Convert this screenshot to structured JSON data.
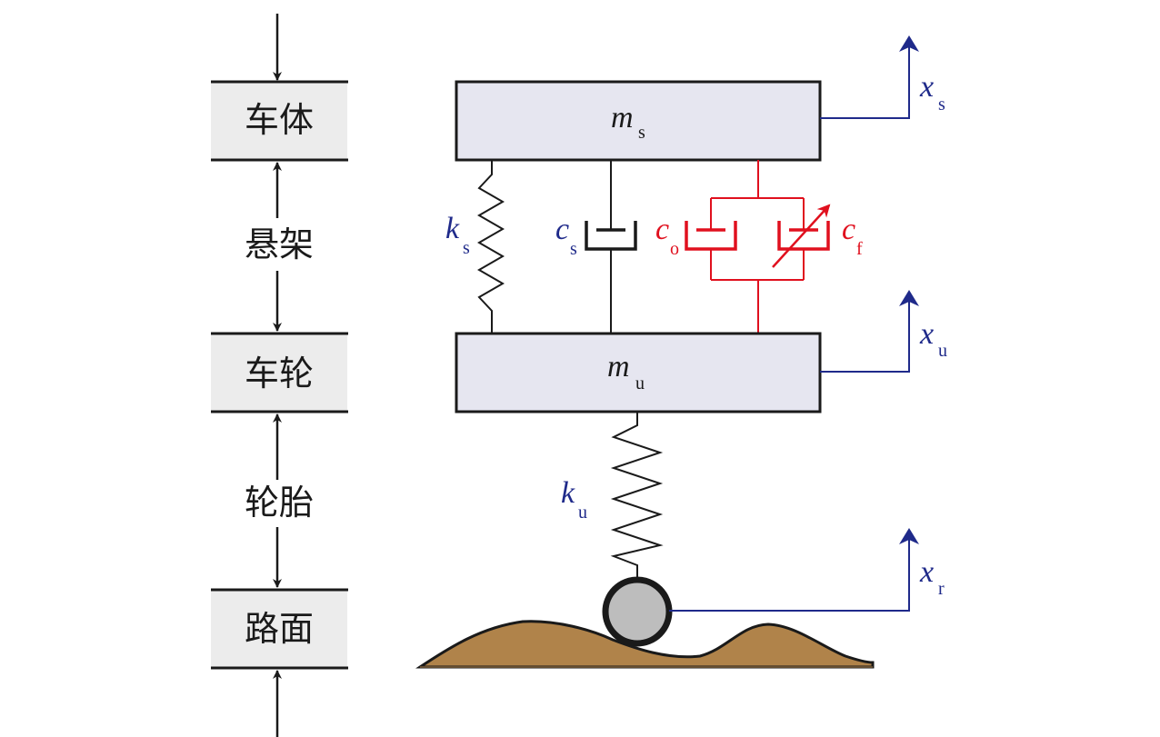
{
  "left_chain": {
    "boxes": [
      "车体",
      "车轮",
      "路面"
    ],
    "connectors": [
      "悬架",
      "轮胎"
    ]
  },
  "model": {
    "sprung_mass": {
      "symbol": "m",
      "sub": "s"
    },
    "unsprung_mass": {
      "symbol": "m",
      "sub": "u"
    },
    "suspension_spring": {
      "symbol": "k",
      "sub": "s"
    },
    "passive_damper": {
      "symbol": "c",
      "sub": "s"
    },
    "base_damper": {
      "symbol": "c",
      "sub": "o"
    },
    "variable_damper": {
      "symbol": "c",
      "sub": "f"
    },
    "tire_spring": {
      "symbol": "k",
      "sub": "u"
    }
  },
  "displacements": [
    {
      "symbol": "x",
      "sub": "s"
    },
    {
      "symbol": "x",
      "sub": "u"
    },
    {
      "symbol": "x",
      "sub": "r"
    }
  ],
  "colors": {
    "box_fill": "#ececec",
    "mass_fill": "#e6e6f0",
    "blue": "#1f2a8a",
    "red": "#e0101e",
    "road": "#b0834a",
    "wheel": "#bdbdbd"
  }
}
